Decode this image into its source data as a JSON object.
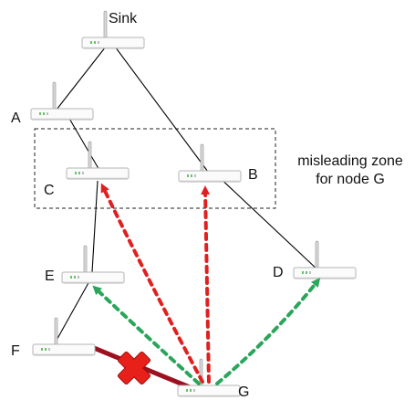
{
  "nodes": [
    {
      "id": "sink",
      "label": "Sink"
    },
    {
      "id": "a",
      "label": "A"
    },
    {
      "id": "b",
      "label": "B"
    },
    {
      "id": "c",
      "label": "C"
    },
    {
      "id": "d",
      "label": "D"
    },
    {
      "id": "e",
      "label": "E"
    },
    {
      "id": "f",
      "label": "F"
    },
    {
      "id": "g",
      "label": "G"
    }
  ],
  "zone": {
    "line1": "misleading zone",
    "line2": "for node G"
  },
  "colors": {
    "tree_link": "#000000",
    "misleading_arrow": "#e02020",
    "valid_arrow": "#2aa55a",
    "broken_link": "#9c1020",
    "cross": "#e8201a",
    "zone_border": "#222222"
  }
}
